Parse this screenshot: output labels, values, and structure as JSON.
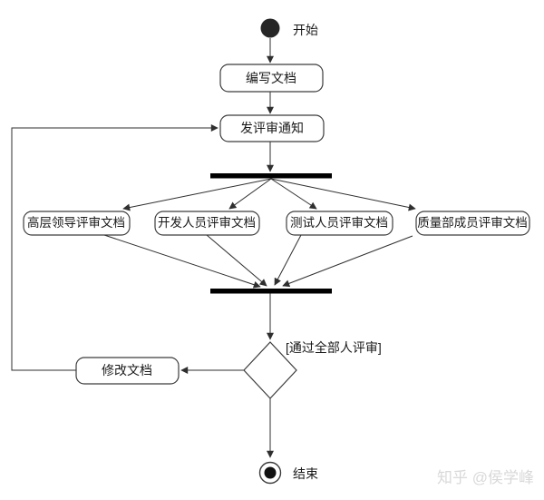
{
  "diagram": {
    "type": "uml-activity-diagram",
    "start_label": "开始",
    "end_label": "结束",
    "nodes": {
      "write_doc": "编写文档",
      "send_notice": "发评审通知",
      "review_leaders": "高层领导评审文档",
      "review_developers": "开发人员评审文档",
      "review_testers": "测试人员评审文档",
      "review_quality": "质量部成员评审文档",
      "modify_doc": "修改文档"
    },
    "guard_label": "[通过全部人评审]",
    "flow_notes": "start → write_doc → send_notice → fork → 4 parallel reviews → join → decision(guard: pass all) → end; decision → modify_doc → back to send_notice"
  },
  "watermark": {
    "text": "知乎 @侯学峰"
  },
  "colors": {
    "background": "#ffffff",
    "line": "#2f2f2f",
    "node_border": "#3c3c3c",
    "node_fill": "#ffffff",
    "bar": "#000000",
    "text": "#1a1a1a",
    "watermark": "#d9d9d9"
  }
}
